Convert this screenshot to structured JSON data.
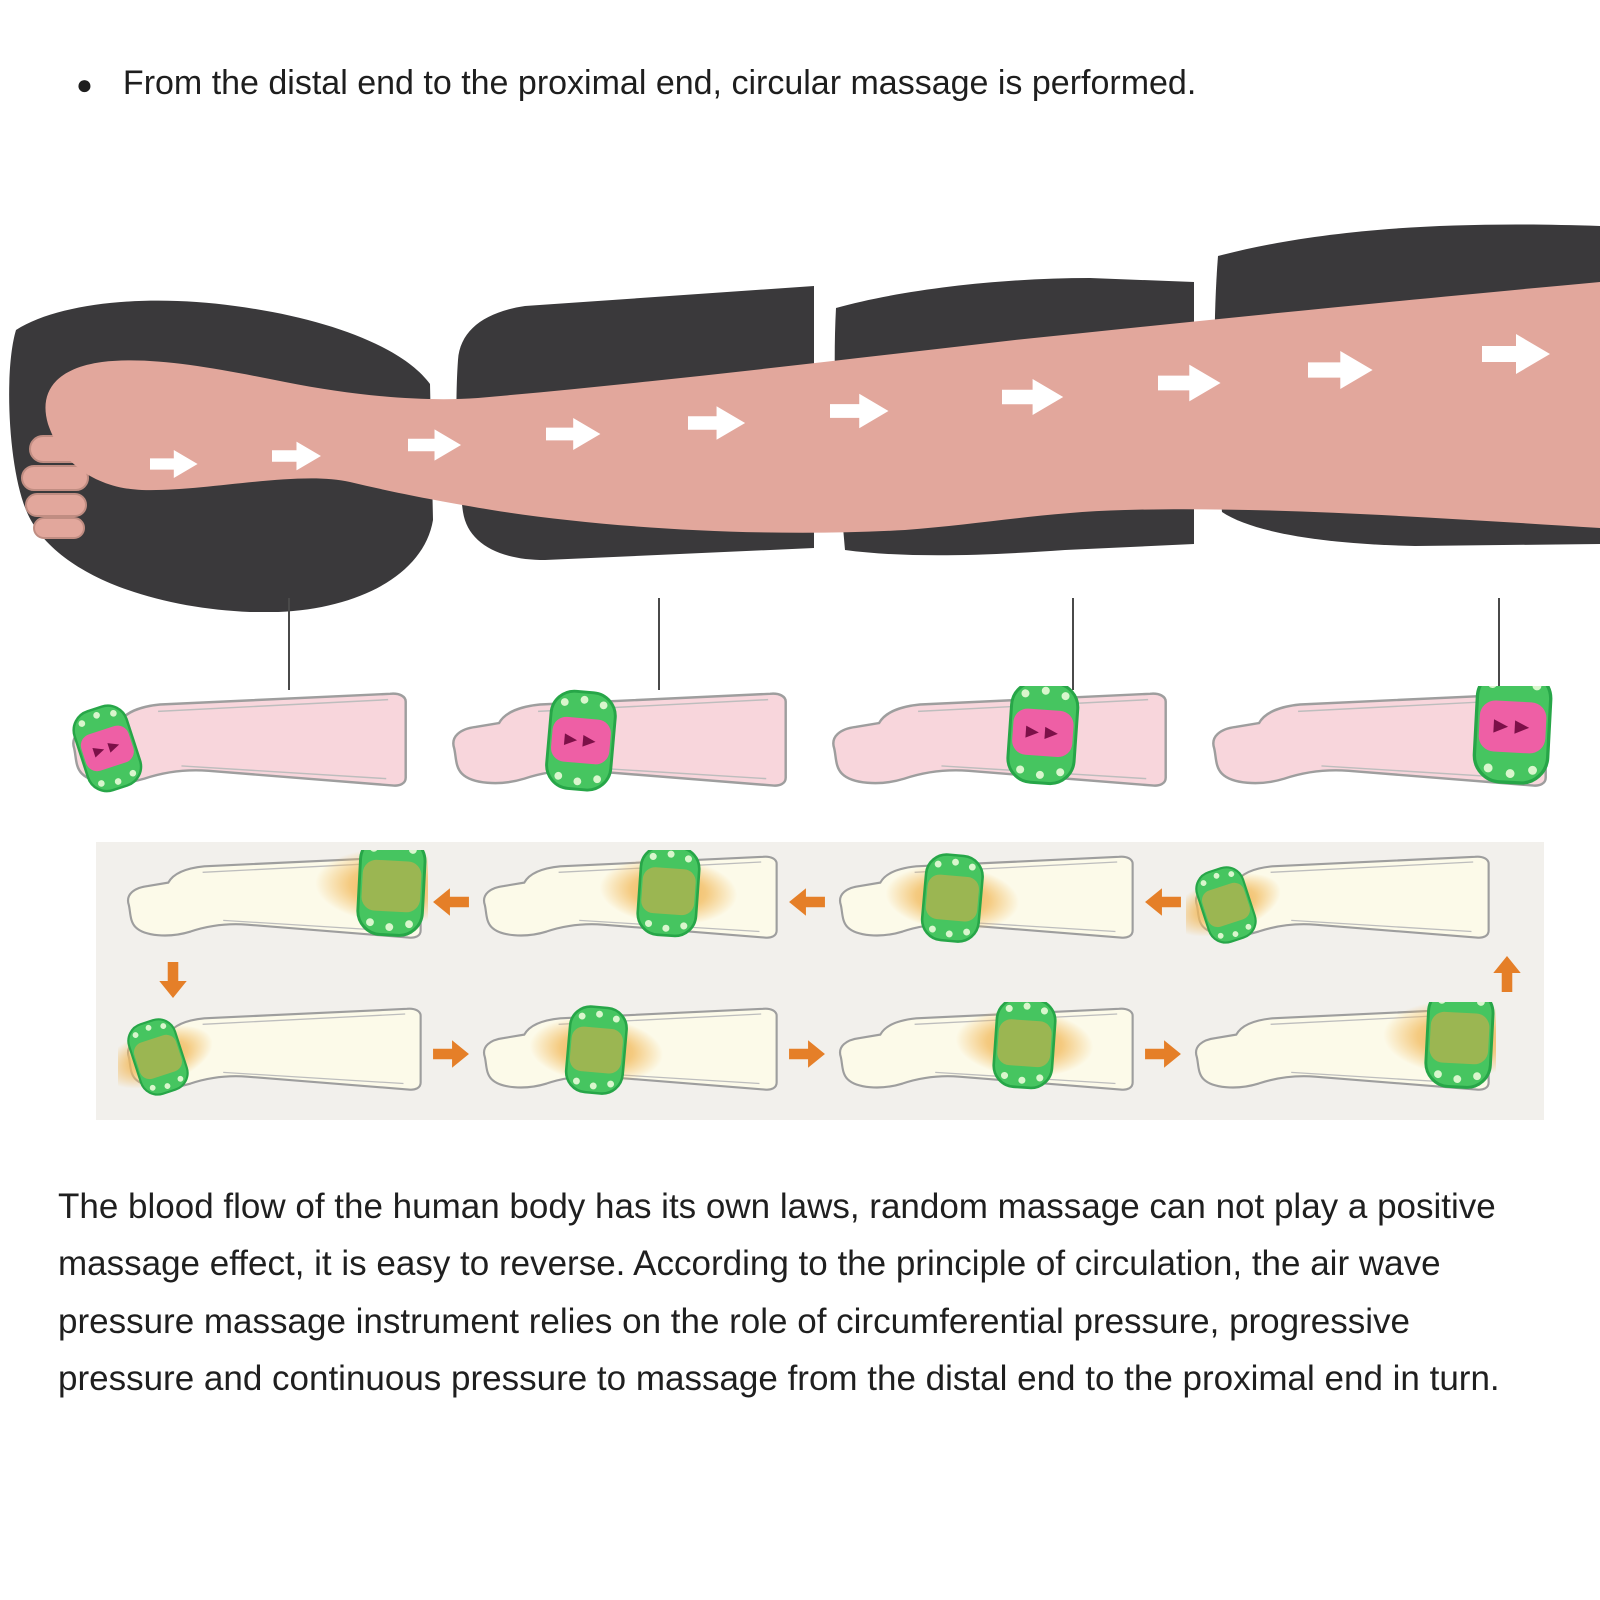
{
  "page": {
    "background": "#ffffff"
  },
  "header": {
    "bullet": "●",
    "text": "From the distal end to the proximal end, circular massage is performed."
  },
  "main_diagram": {
    "description": "leg wrapped in four air-pressure cuff segments, massage direction foot to thigh",
    "massage_direction": "distal-to-proximal",
    "cuff_segments": [
      "foot",
      "calf",
      "knee",
      "thigh"
    ],
    "arrow_count": 10,
    "arrow_color": "#ffffff",
    "cuff_color": "#3a393b",
    "skin_color": "#e2a79c"
  },
  "cross_section_row": {
    "stages": [
      "foot",
      "calf",
      "knee",
      "thigh"
    ],
    "leg_color": "#f8d6dc",
    "cuff_color": "#46c560",
    "pressure_color": "#ee5fa5"
  },
  "cycle_diagram": {
    "background": "#f2f0ec",
    "arrow_color": "#e57f28",
    "leg_color": "#fcfae9",
    "glow_color": "#f0a843",
    "top_row_stages": [
      "thigh",
      "knee",
      "calf",
      "foot"
    ],
    "top_row_flow": "left",
    "bottom_row_stages": [
      "foot",
      "calf",
      "knee",
      "thigh"
    ],
    "bottom_row_flow": "right"
  },
  "footer": {
    "paragraph": "The blood flow of the human body has its own laws, random massage can not play a positive massage effect, it is easy to reverse. According to the principle of circulation, the air wave pressure massage instrument relies on the role of circumferential pressure, progressive pressure and continuous pressure to massage from the distal end to the proximal end in turn."
  }
}
